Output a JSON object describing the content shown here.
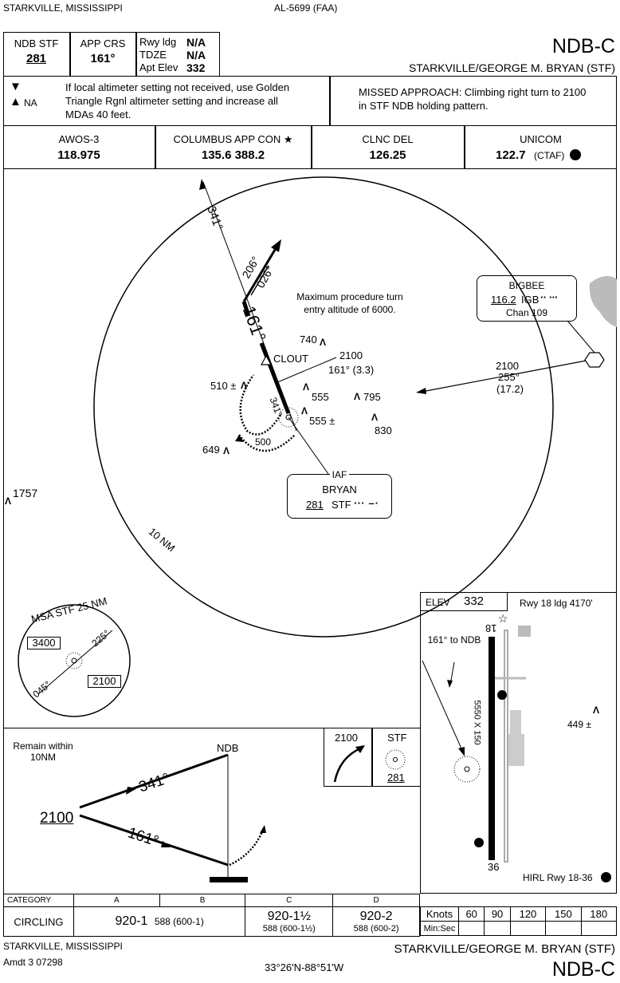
{
  "header": {
    "location": "STARKVILLE, MISSISSIPPI",
    "chart_id": "AL-5699 (FAA)",
    "procedure": "NDB-C",
    "airport": "STARKVILLE/GEORGE M. BRYAN (STF)"
  },
  "briefing": {
    "ndb_label": "NDB  STF",
    "ndb_freq": "281",
    "app_crs_label": "APP CRS",
    "app_crs": "161°",
    "rwy_ldg_label": "Rwy ldg",
    "rwy_ldg": "N/A",
    "tdze_label": "TDZE",
    "tdze": "N/A",
    "apt_elev_label": "Apt Elev",
    "apt_elev": "332",
    "na_text": "NA",
    "note": "If local altimeter setting not received, use Golden Triangle Rgnl altimeter setting and increase all MDAs 40 feet.",
    "missed": "MISSED APPROACH: Climbing right turn to 2100 in STF NDB holding pattern."
  },
  "comms": [
    {
      "label": "AWOS-3",
      "freq": "118.975",
      "suffix": ""
    },
    {
      "label": "COLUMBUS APP CON ★",
      "freq": "135.6  388.2",
      "suffix": ""
    },
    {
      "label": "CLNC DEL",
      "freq": "126.25",
      "suffix": ""
    },
    {
      "label": "UNICOM",
      "freq": "122.7",
      "suffix": "(CTAF)"
    }
  ],
  "plan": {
    "crs_341": "341°",
    "crs_206": "206°",
    "crs_026": "026°",
    "crs_161": "161°",
    "max_pt": "Maximum procedure turn entry altitude of 6000.",
    "obst_740": "740",
    "clout": "CLOUT",
    "seg_alt": "2100",
    "seg_crs": "161° (3.3)",
    "obst_510": "510 ±",
    "obst_555a": "555",
    "obst_795": "795",
    "obst_555b": "555 ±",
    "obst_830": "830",
    "hold_341": "341°",
    "hold_500": "500",
    "obst_649": "649",
    "obst_1757": "1757",
    "ring": "10 NM",
    "iaf": "IAF",
    "iaf_name": "BRYAN",
    "iaf_freq": "281",
    "iaf_id": "STF",
    "bigbee_name": "BIGBEE",
    "bigbee_freq": "116.2",
    "bigbee_id": "IGB",
    "bigbee_chan": "Chan 109",
    "bigbee_alt": "2100",
    "bigbee_crs": "255°",
    "bigbee_dist": "(17.2)"
  },
  "msa": {
    "title": "MSA STF 25 NM",
    "alt_nw": "3400",
    "alt_se": "2100",
    "brg_225": "225°",
    "brg_045": "045°"
  },
  "profile": {
    "remain": "Remain within 10NM",
    "ndb": "NDB",
    "crs_341": "341°",
    "crs_161": "161°",
    "alt": "2100",
    "missed_alt": "2100",
    "missed_fix": "STF",
    "missed_freq": "281"
  },
  "airport_diagram": {
    "elev_label": "ELEV",
    "elev": "332",
    "rwy_ldg": "Rwy 18 ldg 4170'",
    "crs_note": "161° to NDB",
    "rwy_18": "18",
    "rwy_36": "36",
    "dims": "5550 X 150",
    "obst": "449 ±",
    "lights": "HIRL Rwy 18-36"
  },
  "minimums": {
    "headers": [
      "CATEGORY",
      "A",
      "B",
      "C",
      "D"
    ],
    "row_label": "CIRCLING",
    "ab_main": "920-1",
    "ab_sub": "588 (600-1)",
    "c_main": "920-1½",
    "c_sub": "588 (600-1½)",
    "d_main": "920-2",
    "d_sub": "588 (600-2)"
  },
  "speed_table": {
    "knots_label": "Knots",
    "minsec_label": "Min:Sec",
    "knots": [
      "60",
      "90",
      "120",
      "150",
      "180"
    ]
  },
  "footer": {
    "location": "STARKVILLE, MISSISSIPPI",
    "amdt": "Amdt 3  07298",
    "coords": "33°26'N-88°51'W",
    "airport": "STARKVILLE/GEORGE M. BRYAN (STF)",
    "procedure": "NDB-C"
  }
}
